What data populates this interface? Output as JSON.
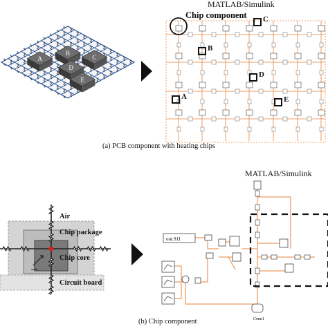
{
  "panel_a": {
    "caption": "(a) PCB component with heating chips",
    "matlab_label": "MATLAB/Simulink",
    "chip_component_label": "Chip component",
    "chips": [
      "A",
      "B",
      "C",
      "D",
      "E"
    ],
    "callouts": [
      "C",
      "B",
      "D",
      "A",
      "E"
    ]
  },
  "panel_b": {
    "caption": "(b) Chip component",
    "matlab_label": "MATLAB/Simulink",
    "layers": [
      "Air",
      "Chip package",
      "Chip core",
      "Circuit board"
    ],
    "block_labels": {
      "out": "out.S11",
      "conn": "Conn1"
    }
  }
}
